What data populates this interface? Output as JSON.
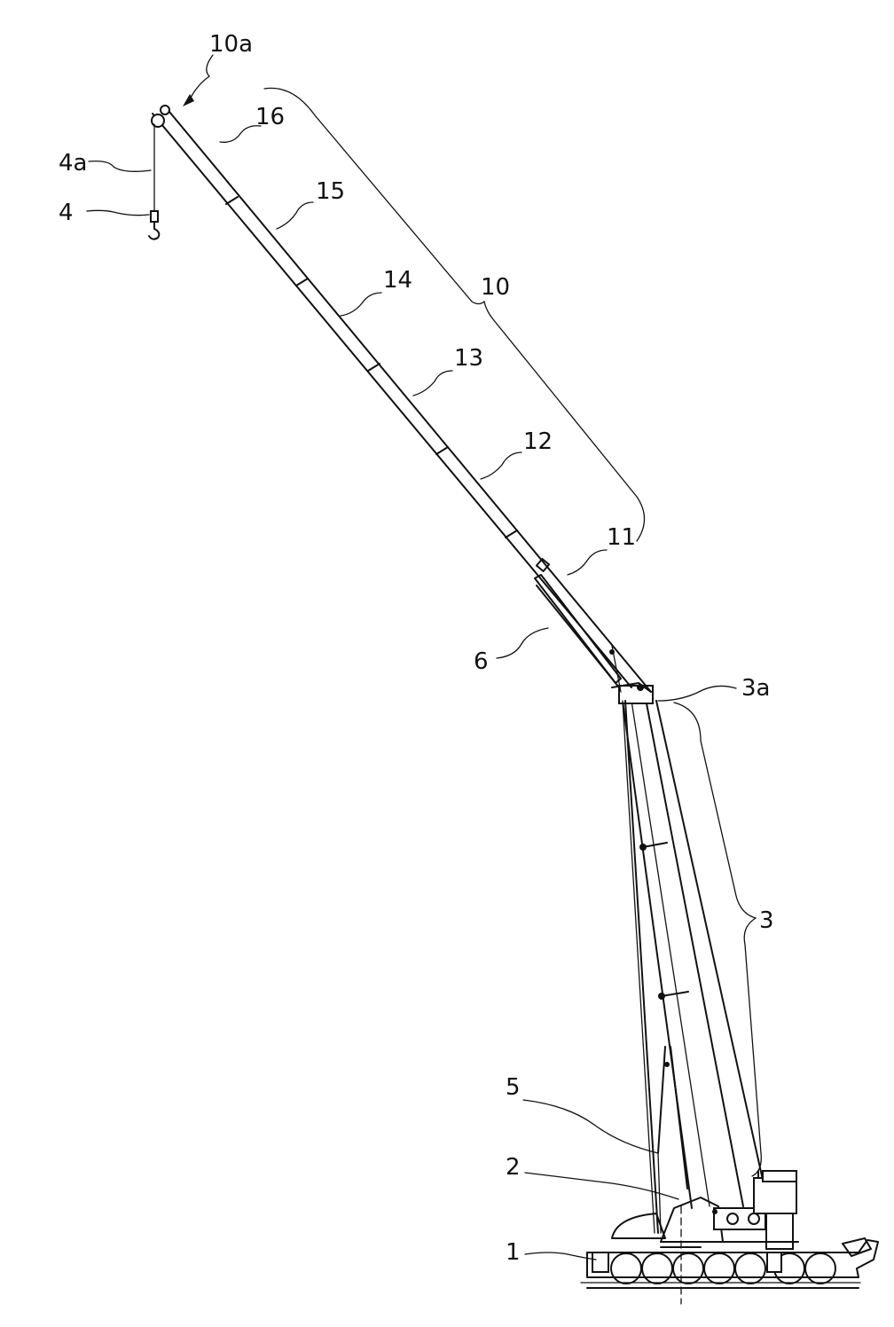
{
  "figure": {
    "labels": {
      "l10a": "10a",
      "l16": "16",
      "l4a": "4a",
      "l15": "15",
      "l4": "4",
      "l14": "14",
      "l10": "10",
      "l13": "13",
      "l12": "12",
      "l11": "11",
      "l6": "6",
      "l3a": "3a",
      "l3": "3",
      "l5": "5",
      "l2": "2",
      "l1": "1"
    }
  }
}
